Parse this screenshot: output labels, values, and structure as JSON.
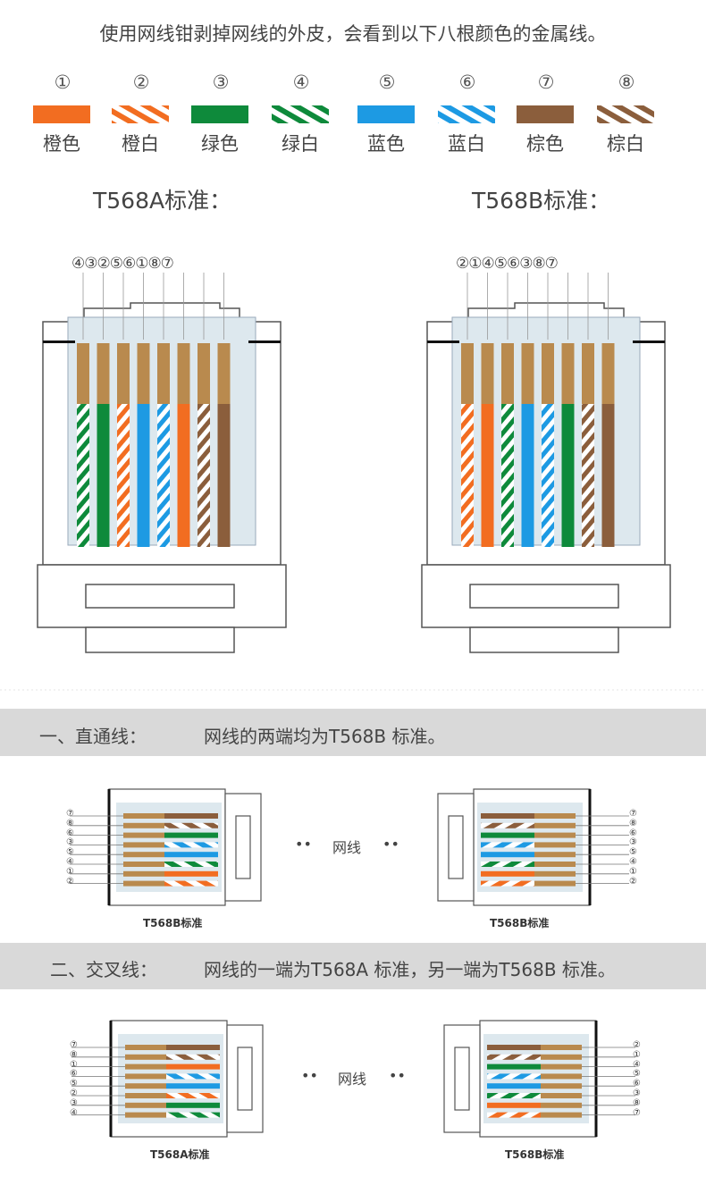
{
  "intro": "使用网线钳剥掉网线的外皮，会看到以下八根颜色的金属线。",
  "colors": {
    "orange": "#f26d21",
    "green": "#0e8a3b",
    "blue": "#1d9ae3",
    "brown": "#8b5e3c",
    "copper": "#b98a4e",
    "connector_body": "#dde8ee",
    "band": "#d9d9d9"
  },
  "legend": [
    {
      "num": "①",
      "name": "橙色",
      "color": "orange",
      "striped": false
    },
    {
      "num": "②",
      "name": "橙白",
      "color": "orange",
      "striped": true
    },
    {
      "num": "③",
      "name": "绿色",
      "color": "green",
      "striped": false
    },
    {
      "num": "④",
      "name": "绿白",
      "color": "green",
      "striped": true
    },
    {
      "num": "⑤",
      "name": "蓝色",
      "color": "blue",
      "striped": false
    },
    {
      "num": "⑥",
      "name": "蓝白",
      "color": "blue",
      "striped": true
    },
    {
      "num": "⑦",
      "name": "棕色",
      "color": "brown",
      "striped": false
    },
    {
      "num": "⑧",
      "name": "棕白",
      "color": "brown",
      "striped": true
    }
  ],
  "t568a": {
    "title": "T568A标准：",
    "order_label": "④③②⑤⑥①⑧⑦",
    "wires": [
      {
        "color": "green",
        "striped": true
      },
      {
        "color": "green",
        "striped": false
      },
      {
        "color": "orange",
        "striped": true
      },
      {
        "color": "blue",
        "striped": false
      },
      {
        "color": "blue",
        "striped": true
      },
      {
        "color": "orange",
        "striped": false
      },
      {
        "color": "brown",
        "striped": true
      },
      {
        "color": "brown",
        "striped": false
      }
    ]
  },
  "t568b": {
    "title": "T568B标准：",
    "order_label": "②①④⑤⑥③⑧⑦",
    "wires": [
      {
        "color": "orange",
        "striped": true
      },
      {
        "color": "orange",
        "striped": false
      },
      {
        "color": "green",
        "striped": true
      },
      {
        "color": "blue",
        "striped": false
      },
      {
        "color": "blue",
        "striped": true
      },
      {
        "color": "green",
        "striped": false
      },
      {
        "color": "brown",
        "striped": true
      },
      {
        "color": "brown",
        "striped": false
      }
    ]
  },
  "straight": {
    "heading": "一、直通线：",
    "desc": "网线的两端均为T568B 标准。",
    "left_caption": "T568B标准",
    "right_caption": "T568B标准",
    "cable_label": "网线",
    "dots": "••",
    "left_pins": [
      "⑦",
      "⑧",
      "⑥",
      "③",
      "⑤",
      "④",
      "①",
      "②"
    ],
    "right_pins": [
      "⑦",
      "⑧",
      "⑥",
      "③",
      "⑤",
      "④",
      "①",
      "②"
    ]
  },
  "crossover": {
    "heading": "二、交叉线：",
    "desc": "网线的一端为T568A 标准，另一端为T568B 标准。",
    "left_caption": "T568A标准",
    "right_caption": "T568B标准",
    "cable_label": "网线",
    "dots": "••",
    "left_pins": [
      "⑦",
      "⑧",
      "①",
      "⑥",
      "⑤",
      "②",
      "③",
      "④"
    ],
    "right_pins": [
      "②",
      "①",
      "④",
      "⑤",
      "⑥",
      "③",
      "⑧",
      "⑦"
    ]
  }
}
